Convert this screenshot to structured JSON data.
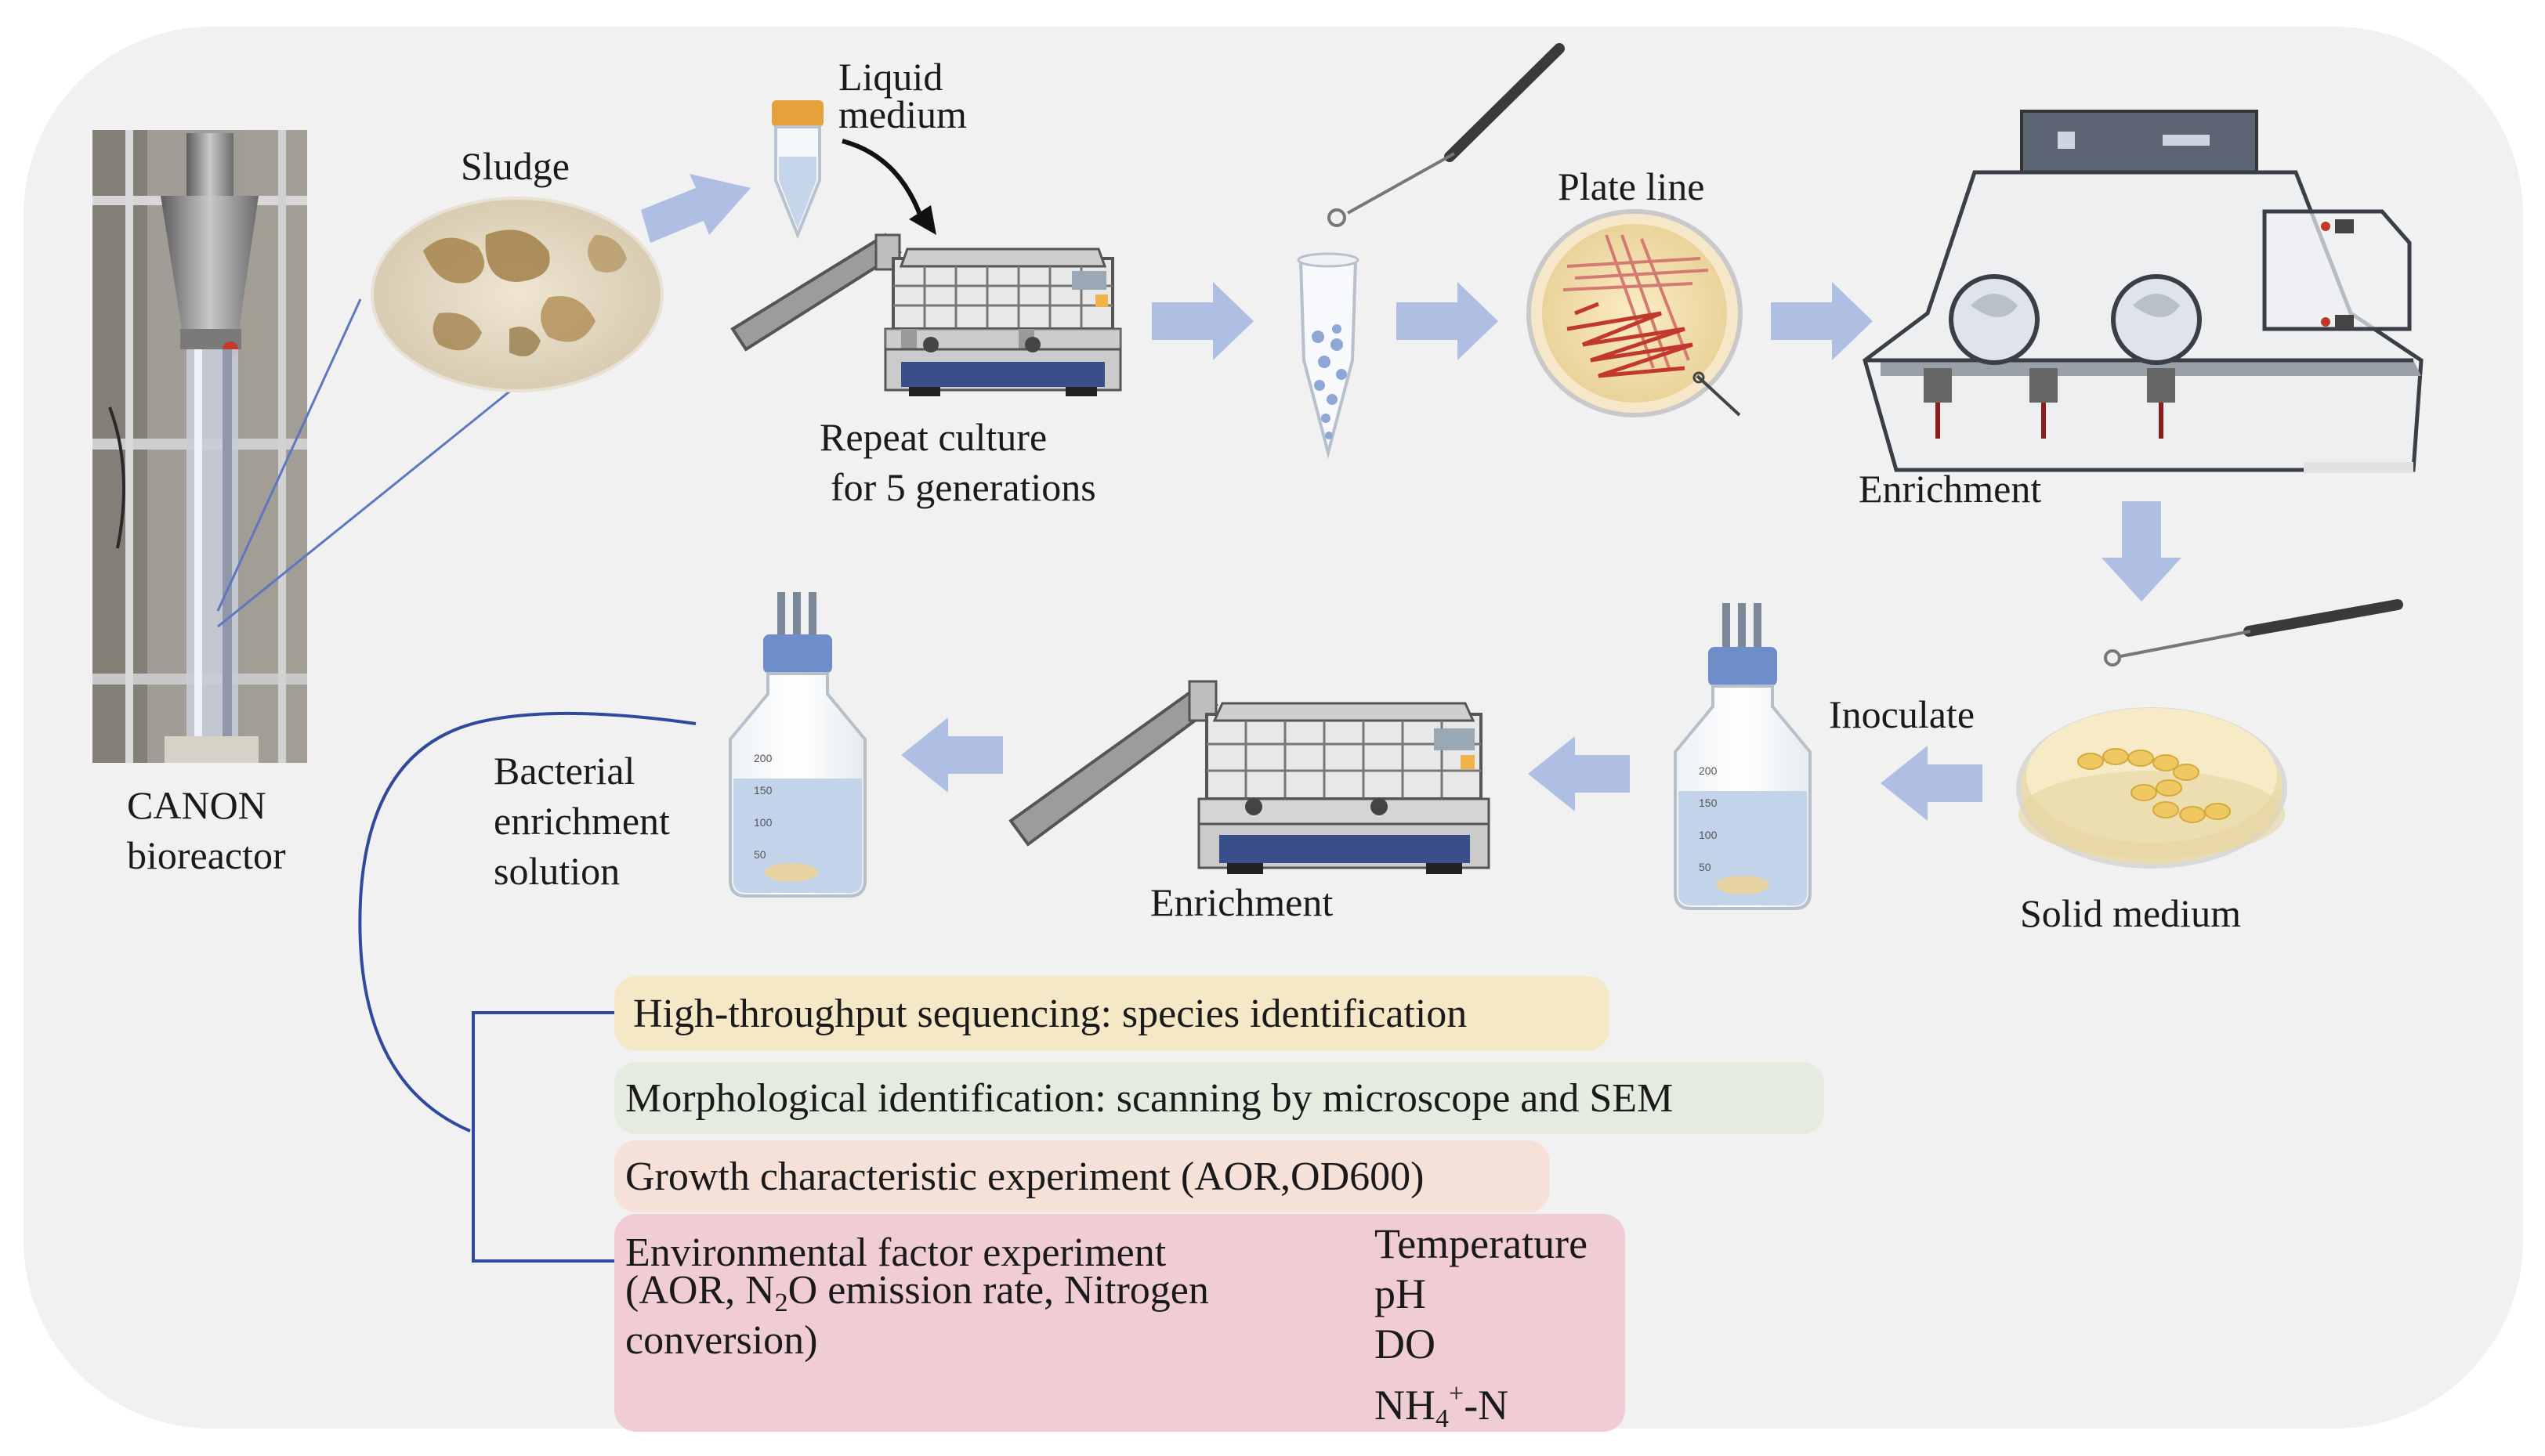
{
  "labels": {
    "reactor": [
      "CANON",
      "bioreactor"
    ],
    "sludge": "Sludge",
    "liquid_medium": [
      "Liquid",
      "medium"
    ],
    "repeat_culture": [
      "Repeat culture",
      "for 5 generations"
    ],
    "plate_line": "Plate line",
    "enrichment_top": "Enrichment",
    "inoculate": "Inoculate",
    "solid_medium": "Solid medium",
    "enrichment_bottom": "Enrichment",
    "bacterial_solution": [
      "Bacterial",
      "enrichment",
      "solution"
    ]
  },
  "bottle_scale": [
    "200",
    "150",
    "100",
    "50"
  ],
  "methods": {
    "sequencing": "High-throughput sequencing: species identification",
    "morphology": "Morphological identification: scanning by microscope and SEM",
    "growth": "Growth characteristic experiment (AOR,OD600)",
    "environment": {
      "line1": "Environmental factor experiment",
      "line2_before": "(AOR, N",
      "line2_sub": "2",
      "line2_after": "O emission rate, Nitrogen",
      "line3": "conversion)"
    },
    "factors": {
      "temperature": "Temperature",
      "ph": "pH",
      "do": "DO",
      "nh4_base": "NH",
      "nh4_sub": "4",
      "nh4_sup": "+",
      "nh4_tail": "-N"
    }
  },
  "colors": {
    "panel": "#f1f1f1",
    "arrow": "#aebfe3",
    "connector": "#2f4a9c",
    "sequencing_box": "#f4e8c6",
    "morphology_box": "#e5ecdf",
    "growth_box": "#f6e1d8",
    "environment_box": "#f0cdd4"
  }
}
